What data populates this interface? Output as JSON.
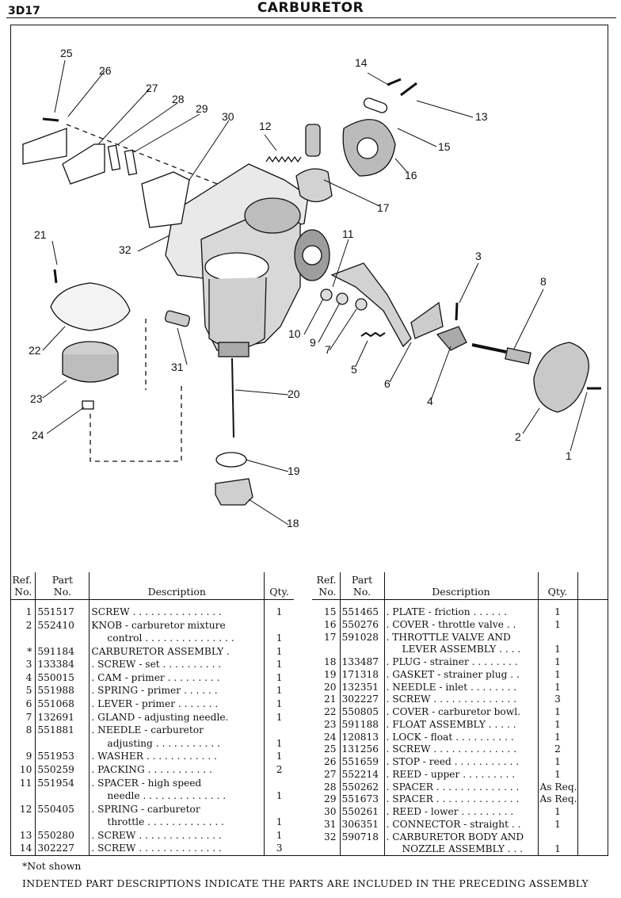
{
  "header": {
    "code": "3D17",
    "title": "CARBURETOR"
  },
  "table": {
    "headers": {
      "ref": "Ref.\nNo.",
      "part": "Part\nNo.",
      "desc": "Description",
      "qty": "Qty."
    },
    "left": [
      {
        "ref": "1",
        "part": "551517",
        "desc": "SCREW . . . . . . . . . . . . . . .",
        "qty": "1",
        "indent": 0
      },
      {
        "ref": "2",
        "part": "552410",
        "desc": "KNOB - carburetor mixture",
        "qty": "",
        "indent": 0
      },
      {
        "ref": "",
        "part": "",
        "desc": "control . . . . . . . . . . . . . . .",
        "qty": "1",
        "indent": 2
      },
      {
        "ref": "*",
        "part": "591184",
        "desc": "CARBURETOR ASSEMBLY .",
        "qty": "1",
        "indent": 0
      },
      {
        "ref": "3",
        "part": "133384",
        "desc": ". SCREW - set . . . . . . . . . .",
        "qty": "1",
        "indent": 0
      },
      {
        "ref": "4",
        "part": "550015",
        "desc": ". CAM - primer . . . . . . . . .",
        "qty": "1",
        "indent": 0
      },
      {
        "ref": "5",
        "part": "551988",
        "desc": ". SPRING - primer . . . . . .",
        "qty": "1",
        "indent": 0
      },
      {
        "ref": "6",
        "part": "551068",
        "desc": ". LEVER - primer . . . . . . .",
        "qty": "1",
        "indent": 0
      },
      {
        "ref": "7",
        "part": "132691",
        "desc": ". GLAND - adjusting needle.",
        "qty": "1",
        "indent": 0
      },
      {
        "ref": "8",
        "part": "551881",
        "desc": ". NEEDLE - carburetor",
        "qty": "",
        "indent": 0
      },
      {
        "ref": "",
        "part": "",
        "desc": "adjusting . . . . . . . . . . .",
        "qty": "1",
        "indent": 2
      },
      {
        "ref": "9",
        "part": "551953",
        "desc": ". WASHER . . . . . . . . . . . .",
        "qty": "1",
        "indent": 0
      },
      {
        "ref": "10",
        "part": "550259",
        "desc": ". PACKING . . . . . . . . . . .",
        "qty": "2",
        "indent": 0
      },
      {
        "ref": "11",
        "part": "551954",
        "desc": ". SPACER - high speed",
        "qty": "",
        "indent": 0
      },
      {
        "ref": "",
        "part": "",
        "desc": "needle . . . . . . . . . . . . . .",
        "qty": "1",
        "indent": 2
      },
      {
        "ref": "12",
        "part": "550405",
        "desc": ". SPRING - carburetor",
        "qty": "",
        "indent": 0
      },
      {
        "ref": "",
        "part": "",
        "desc": "throttle . . . . . . . . . . . . .",
        "qty": "1",
        "indent": 2
      },
      {
        "ref": "13",
        "part": "550280",
        "desc": ". SCREW . . . . . . . . . . . . . .",
        "qty": "1",
        "indent": 0
      },
      {
        "ref": "14",
        "part": "302227",
        "desc": ". SCREW . . . . . . . . . . . . . .",
        "qty": "3",
        "indent": 0
      }
    ],
    "right": [
      {
        "ref": "15",
        "part": "551465",
        "desc": ". PLATE - friction . . . . . .",
        "qty": "1",
        "indent": 0
      },
      {
        "ref": "16",
        "part": "550276",
        "desc": ". COVER - throttle valve . .",
        "qty": "1",
        "indent": 0
      },
      {
        "ref": "17",
        "part": "591028",
        "desc": ". THROTTLE VALVE AND",
        "qty": "",
        "indent": 0
      },
      {
        "ref": "",
        "part": "",
        "desc": "LEVER ASSEMBLY . . . .",
        "qty": "1",
        "indent": 2
      },
      {
        "ref": "18",
        "part": "133487",
        "desc": ". PLUG - strainer . . . . . . . .",
        "qty": "1",
        "indent": 0
      },
      {
        "ref": "19",
        "part": "171318",
        "desc": ". GASKET - strainer plug . .",
        "qty": "1",
        "indent": 0
      },
      {
        "ref": "20",
        "part": "132351",
        "desc": ". NEEDLE - inlet . . . . . . . .",
        "qty": "1",
        "indent": 0
      },
      {
        "ref": "21",
        "part": "302227",
        "desc": ". SCREW . . . . . . . . . . . . . .",
        "qty": "3",
        "indent": 0
      },
      {
        "ref": "22",
        "part": "550805",
        "desc": ". COVER - carburetor bowl.",
        "qty": "1",
        "indent": 0
      },
      {
        "ref": "23",
        "part": "591188",
        "desc": ". FLOAT ASSEMBLY . . . . .",
        "qty": "1",
        "indent": 0
      },
      {
        "ref": "24",
        "part": "120813",
        "desc": ". LOCK - float . . . . . . . . . .",
        "qty": "1",
        "indent": 0
      },
      {
        "ref": "25",
        "part": "131256",
        "desc": ". SCREW . . . . . . . . . . . . . .",
        "qty": "2",
        "indent": 0
      },
      {
        "ref": "26",
        "part": "551659",
        "desc": ". STOP - reed . . . . . . . . . . .",
        "qty": "1",
        "indent": 0
      },
      {
        "ref": "27",
        "part": "552214",
        "desc": ". REED - upper . . . . . . . . .",
        "qty": "1",
        "indent": 0
      },
      {
        "ref": "28",
        "part": "550262",
        "desc": ". SPACER . . . . . . . . . . . . . .",
        "qty": "As Req.",
        "indent": 0
      },
      {
        "ref": "29",
        "part": "551673",
        "desc": ". SPACER . . . . . . . . . . . . . .",
        "qty": "As Req.",
        "indent": 0
      },
      {
        "ref": "30",
        "part": "550261",
        "desc": ". REED - lower . . . . . . . . .",
        "qty": "1",
        "indent": 0
      },
      {
        "ref": "31",
        "part": "306351",
        "desc": ". CONNECTOR - straight . .",
        "qty": "1",
        "indent": 0
      },
      {
        "ref": "32",
        "part": "590718",
        "desc": ". CARBURETOR BODY AND",
        "qty": "",
        "indent": 0
      },
      {
        "ref": "",
        "part": "",
        "desc": "NOZZLE ASSEMBLY . . .",
        "qty": "1",
        "indent": 2
      }
    ]
  },
  "diagram": {
    "callouts": [
      "1",
      "2",
      "3",
      "4",
      "5",
      "6",
      "7",
      "8",
      "9",
      "10",
      "11",
      "12",
      "13",
      "14",
      "15",
      "16",
      "17",
      "18",
      "19",
      "20",
      "21",
      "22",
      "23",
      "24",
      "25",
      "26",
      "27",
      "28",
      "29",
      "30",
      "31",
      "32"
    ]
  },
  "footnote": "*Not shown",
  "footer": "INDENTED PART DESCRIPTIONS INDICATE THE PARTS ARE INCLUDED IN THE PRECEDING ASSEMBLY"
}
